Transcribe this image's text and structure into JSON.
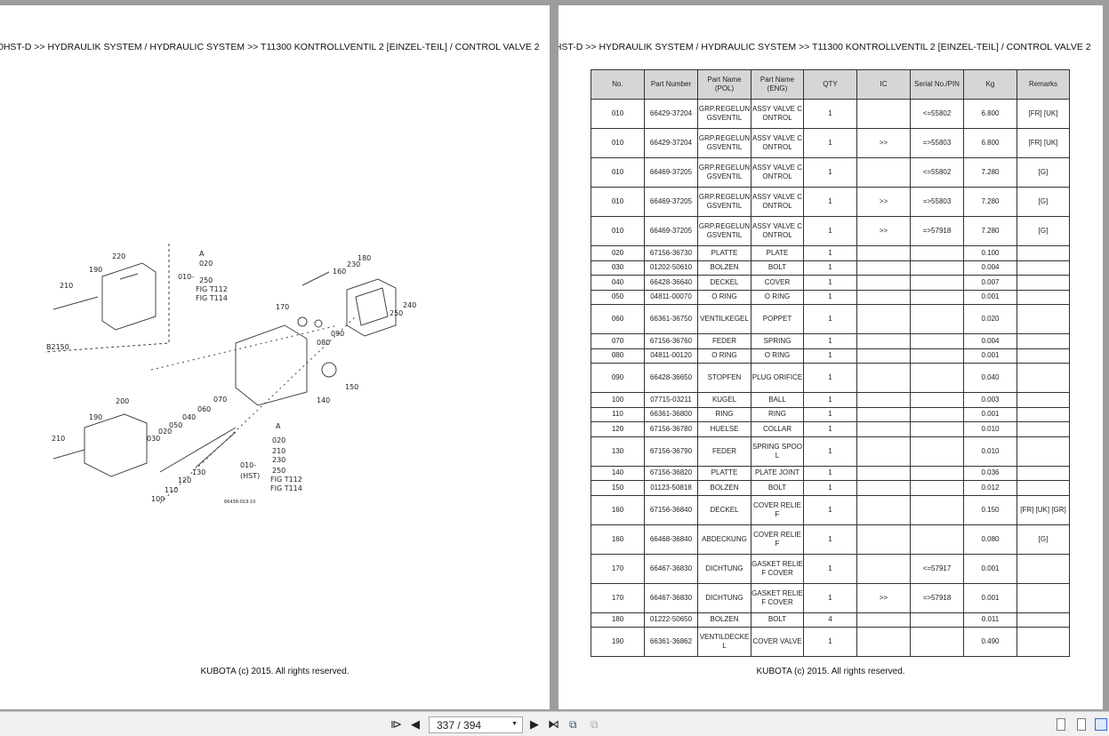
{
  "breadcrumb": "0HST-D >> HYDRAULIK SYSTEM / HYDRAULIC SYSTEM >> T11300   KONTROLLVENTIL 2   [EINZEL-TEIL] / CONTROL VALVE 2",
  "footer": "KUBOTA (c) 2015. All rights reserved.",
  "diagram": {
    "labels": [
      "220",
      "190",
      "210",
      "B2150",
      "010-",
      "020",
      "250",
      "FIG T112",
      "FIG T114",
      "230",
      "180",
      "160",
      "240",
      "250",
      "170",
      "090",
      "080",
      "150",
      "140",
      "070",
      "060",
      "040",
      "050",
      "030",
      "020",
      "200",
      "190",
      "210",
      "130",
      "120",
      "110",
      "100",
      "020",
      "210",
      "230",
      "010-",
      "250",
      "(HST)",
      "FIG T112",
      "FIG T114",
      "66438-019-10",
      "A",
      "A"
    ]
  },
  "table": {
    "headers": [
      "No.",
      "Part Number",
      "Part Name (POL)",
      "Part Name (ENG)",
      "QTY",
      "IC",
      "Serial No./PIN",
      "Kg",
      "Remarks"
    ],
    "rows": [
      [
        "010",
        "66429-37204",
        "GRP.REGELUNGSVENTIL",
        "ASSY VALVE CONTROL",
        "1",
        "",
        "<=55802",
        "6.800",
        "[FR] [UK]"
      ],
      [
        "010",
        "66429-37204",
        "GRP.REGELUNGSVENTIL",
        "ASSY VALVE CONTROL",
        "1",
        ">>",
        "=>55803",
        "6.800",
        "[FR] [UK]"
      ],
      [
        "010",
        "66469-37205",
        "GRP.REGELUNGSVENTIL",
        "ASSY VALVE CONTROL",
        "1",
        "",
        "<=55802",
        "7.280",
        "[G]"
      ],
      [
        "010",
        "66469-37205",
        "GRP.REGELUNGSVENTIL",
        "ASSY VALVE CONTROL",
        "1",
        ">>",
        "=>55803",
        "7.280",
        "[G]"
      ],
      [
        "010",
        "66469-37205",
        "GRP.REGELUNGSVENTIL",
        "ASSY VALVE CONTROL",
        "1",
        ">>",
        "=>57918",
        "7.280",
        "[G]"
      ],
      [
        "020",
        "67156-36730",
        "PLATTE",
        "PLATE",
        "1",
        "",
        "",
        "0.100",
        ""
      ],
      [
        "030",
        "01202-50610",
        "BOLZEN",
        "BOLT",
        "1",
        "",
        "",
        "0.004",
        ""
      ],
      [
        "040",
        "66428-36640",
        "DECKEL",
        "COVER",
        "1",
        "",
        "",
        "0.007",
        ""
      ],
      [
        "050",
        "04811-00070",
        "O RING",
        "O RING",
        "1",
        "",
        "",
        "0.001",
        ""
      ],
      [
        "060",
        "66361-36750",
        "VENTILKEGEL",
        "POPPET",
        "1",
        "",
        "",
        "0.020",
        ""
      ],
      [
        "070",
        "67156-36760",
        "FEDER",
        "SPRING",
        "1",
        "",
        "",
        "0.004",
        ""
      ],
      [
        "080",
        "04811-00120",
        "O RING",
        "O RING",
        "1",
        "",
        "",
        "0.001",
        ""
      ],
      [
        "090",
        "66428-36650",
        "STOPFEN",
        "PLUG ORIFICE",
        "1",
        "",
        "",
        "0.040",
        ""
      ],
      [
        "100",
        "07715-03211",
        "KUGEL",
        "BALL",
        "1",
        "",
        "",
        "0.003",
        ""
      ],
      [
        "110",
        "66361-36800",
        "RING",
        "RING",
        "1",
        "",
        "",
        "0.001",
        ""
      ],
      [
        "120",
        "67156-36780",
        "HUELSE",
        "COLLAR",
        "1",
        "",
        "",
        "0.010",
        ""
      ],
      [
        "130",
        "67156-36790",
        "FEDER",
        "SPRING SPOOL",
        "1",
        "",
        "",
        "0.010",
        ""
      ],
      [
        "140",
        "67156-36820",
        "PLATTE",
        "PLATE JOINT",
        "1",
        "",
        "",
        "0.036",
        ""
      ],
      [
        "150",
        "01123-50818",
        "BOLZEN",
        "BOLT",
        "1",
        "",
        "",
        "0.012",
        ""
      ],
      [
        "160",
        "67156-36840",
        "DECKEL",
        "COVER RELIEF",
        "1",
        "",
        "",
        "0.150",
        "[FR] [UK] [GR]"
      ],
      [
        "160",
        "66468-36840",
        "ABDECKUNG",
        "COVER RELIEF",
        "1",
        "",
        "",
        "0.080",
        "[G]"
      ],
      [
        "170",
        "66467-36830",
        "DICHTUNG",
        "GASKET RELIEF COVER",
        "1",
        "",
        "<=57917",
        "0.001",
        ""
      ],
      [
        "170",
        "66467-36830",
        "DICHTUNG",
        "GASKET RELIEF COVER",
        "1",
        ">>",
        "=>57918",
        "0.001",
        ""
      ],
      [
        "180",
        "01222-50650",
        "BOLZEN",
        "BOLT",
        "4",
        "",
        "",
        "0.011",
        ""
      ],
      [
        "190",
        "66361-36862",
        "VENTILDECKEL",
        "COVER VALVE",
        "1",
        "",
        "",
        "0.490",
        ""
      ]
    ],
    "row_kinds": [
      "d",
      "d",
      "d",
      "d",
      "d",
      "s",
      "s",
      "s",
      "s",
      "d",
      "s",
      "s",
      "d",
      "s",
      "s",
      "s",
      "d",
      "s",
      "s",
      "d",
      "d",
      "d",
      "d",
      "s",
      "d"
    ]
  },
  "toolbar": {
    "page": "337 / 394"
  }
}
